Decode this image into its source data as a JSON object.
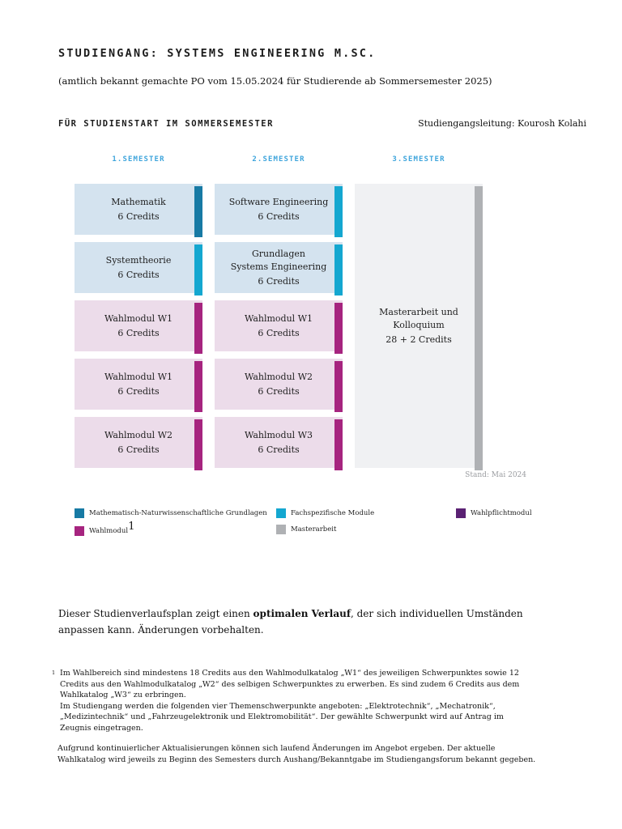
{
  "header": {
    "title": "STUDIENGANG: SYSTEMS ENGINEERING M.SC.",
    "subtitle": "(amtlich bekannt gemachte PO vom 15.05.2024 für Studierende ab Sommersemester 2025)",
    "start_label": "FÜR STUDIENSTART IM SOMMERSEMESTER",
    "lead": "Studiengangsleitung: Kourosh Kolahi"
  },
  "colors": {
    "semester_header": "#3FA5DC",
    "types": {
      "grundlagen": {
        "bg": "#D4E3EF",
        "bar": "#177AA4"
      },
      "fach": {
        "bg": "#D4E3EF",
        "bar": "#14A7D0"
      },
      "wahl": {
        "bg": "#ECDCEA",
        "bar": "#A6247F"
      },
      "wahlpflicht": {
        "bg": "#ECDCEA",
        "bar": "#5A2173"
      },
      "master": {
        "bg": "#F0F1F3",
        "bar": "#AFB1B4"
      }
    }
  },
  "plan": {
    "semesters": [
      {
        "label": "1.SEMESTER",
        "modules": [
          {
            "title_lines": [
              "Mathematik"
            ],
            "credits": "6 Credits",
            "type": "grundlagen"
          },
          {
            "title_lines": [
              "Systemtheorie"
            ],
            "credits": "6 Credits",
            "type": "fach"
          },
          {
            "title_lines": [
              "Wahlmodul W1"
            ],
            "credits": "6 Credits",
            "type": "wahl"
          },
          {
            "title_lines": [
              "Wahlmodul W1"
            ],
            "credits": "6 Credits",
            "type": "wahl"
          },
          {
            "title_lines": [
              "Wahlmodul W2"
            ],
            "credits": "6 Credits",
            "type": "wahl"
          }
        ]
      },
      {
        "label": "2.SEMESTER",
        "modules": [
          {
            "title_lines": [
              "Software Engineering"
            ],
            "credits": "6 Credits",
            "type": "fach"
          },
          {
            "title_lines": [
              "Grundlagen",
              "Systems Engineering"
            ],
            "credits": "6 Credits",
            "type": "fach"
          },
          {
            "title_lines": [
              "Wahlmodul W1"
            ],
            "credits": "6 Credits",
            "type": "wahl"
          },
          {
            "title_lines": [
              "Wahlmodul W2"
            ],
            "credits": "6 Credits",
            "type": "wahl"
          },
          {
            "title_lines": [
              "Wahlmodul W3"
            ],
            "credits": "6 Credits",
            "type": "wahl"
          }
        ]
      },
      {
        "label": "3.SEMESTER",
        "modules": [
          {
            "title_lines": [
              "Masterarbeit und",
              "Kolloquium"
            ],
            "credits": "28 + 2 Credits",
            "type": "master",
            "tall": true
          }
        ]
      }
    ],
    "stand": "Stand: Mai 2024"
  },
  "legend": {
    "items": [
      {
        "label": "Mathematisch-Naturwissenschaftliche Grundlagen",
        "type": "grundlagen",
        "row": 0,
        "col": 0
      },
      {
        "label": "Fachspezifische Module",
        "type": "fach",
        "row": 0,
        "col": 1
      },
      {
        "label": "Wahlpflichtmodul",
        "type": "wahlpflicht",
        "row": 0,
        "col": 2
      },
      {
        "label": "Wahlmodul",
        "sup": "1",
        "type": "wahl",
        "row": 1,
        "col": 0
      },
      {
        "label": "Masterarbeit",
        "type": "master",
        "row": 1,
        "col": 1
      }
    ]
  },
  "intro": {
    "before": "Dieser Studienverlaufsplan zeigt einen ",
    "bold": "optimalen Verlauf",
    "after": ", der sich individuellen Umständen anpassen kann. Änderungen vorbehalten."
  },
  "footnote": {
    "marker": "1",
    "para1": "Im Wahlbereich sind mindestens 18 Credits aus den Wahlmodulkatalog „W1“ des jeweiligen Schwerpunktes sowie 12 Credits aus den Wahlmodulkatalog „W2“ des selbigen Schwerpunktes zu erwerben. Es sind zudem 6 Credits aus dem Wahlkatalog „W3“ zu erbringen.",
    "para2": "Im Studiengang werden die folgenden vier Themenschwerpunkte angeboten: „Elektrotechnik“, „Mechatronik“, „Medizintechnik“ und „Fahrzeugelektronik und Elektromobilität“. Der gewählte Schwerpunkt wird auf Antrag im Zeugnis eingetragen."
  },
  "closing": "Aufgrund kontinuierlicher Aktualisierungen können sich laufend Änderungen im Angebot ergeben. Der aktuelle Wahlkatalog wird jeweils zu Beginn des Semesters durch Aushang/Bekanntgabe im Studiengangsforum bekannt gegeben."
}
